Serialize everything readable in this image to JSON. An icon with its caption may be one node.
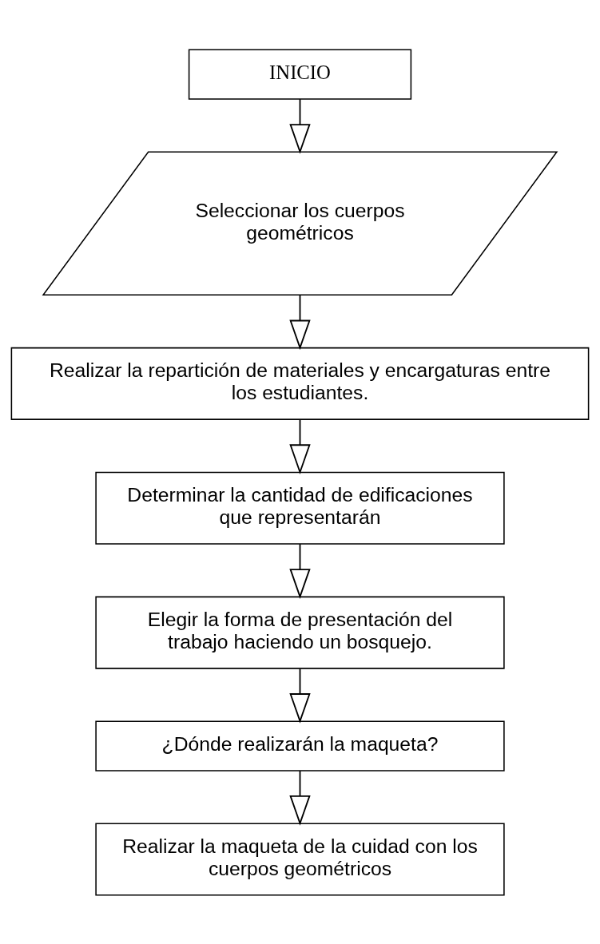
{
  "diagram": {
    "nodes": [
      {
        "text": [
          "INICIO"
        ]
      },
      {
        "text": [
          "Seleccionar los cuerpos geométricos"
        ]
      },
      {
        "text": [
          "Realizar la repartición de materiales y encargaturas entre los estudiantes."
        ]
      },
      {
        "text": [
          "Determinar la cantidad de edificaciones que representarán"
        ]
      },
      {
        "text": [
          "Elegir la forma de presentación del trabajo haciendo un bosquejo."
        ]
      },
      {
        "text": [
          "¿Dónde realizarán la maqueta?"
        ]
      },
      {
        "text": [
          "Realizar la maqueta de la cuidad con los cuerpos geométricos"
        ]
      }
    ],
    "edges": [
      {
        "from": 0,
        "to": 1,
        "arrow": "to"
      },
      {
        "from": 1,
        "to": 2,
        "arrow": "to"
      },
      {
        "from": 2,
        "to": 3,
        "arrow": "to"
      },
      {
        "from": 3,
        "to": 4,
        "arrow": "to"
      },
      {
        "from": 4,
        "to": 5,
        "arrow": "to"
      },
      {
        "from": 5,
        "to": 6,
        "arrow": "to"
      }
    ]
  }
}
